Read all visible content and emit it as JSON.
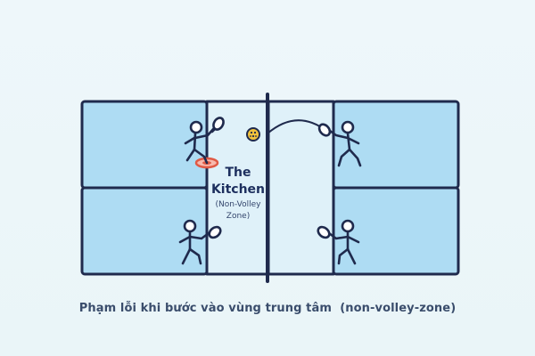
{
  "diagram": {
    "kitchen_label": {
      "line1": "The",
      "line2": "Kitchen",
      "sub1": "(Non-Volley",
      "sub2": "Zone)"
    },
    "caption": "Phạm lỗi khi bước vào vùng trung tâm  (non-volley-zone)"
  },
  "colors": {
    "background": "#ecf6f9",
    "court_fill": "#aedcf3",
    "kitchen_fill": "#dff1f9",
    "line": "#1f2a4d",
    "ball": "#f2c23c",
    "fault_mark": "#e05a45"
  },
  "icons": [
    "player-top-left-icon",
    "player-bottom-left-icon",
    "player-top-right-icon",
    "player-bottom-right-icon",
    "pickleball-icon",
    "fault-footprint-icon"
  ]
}
